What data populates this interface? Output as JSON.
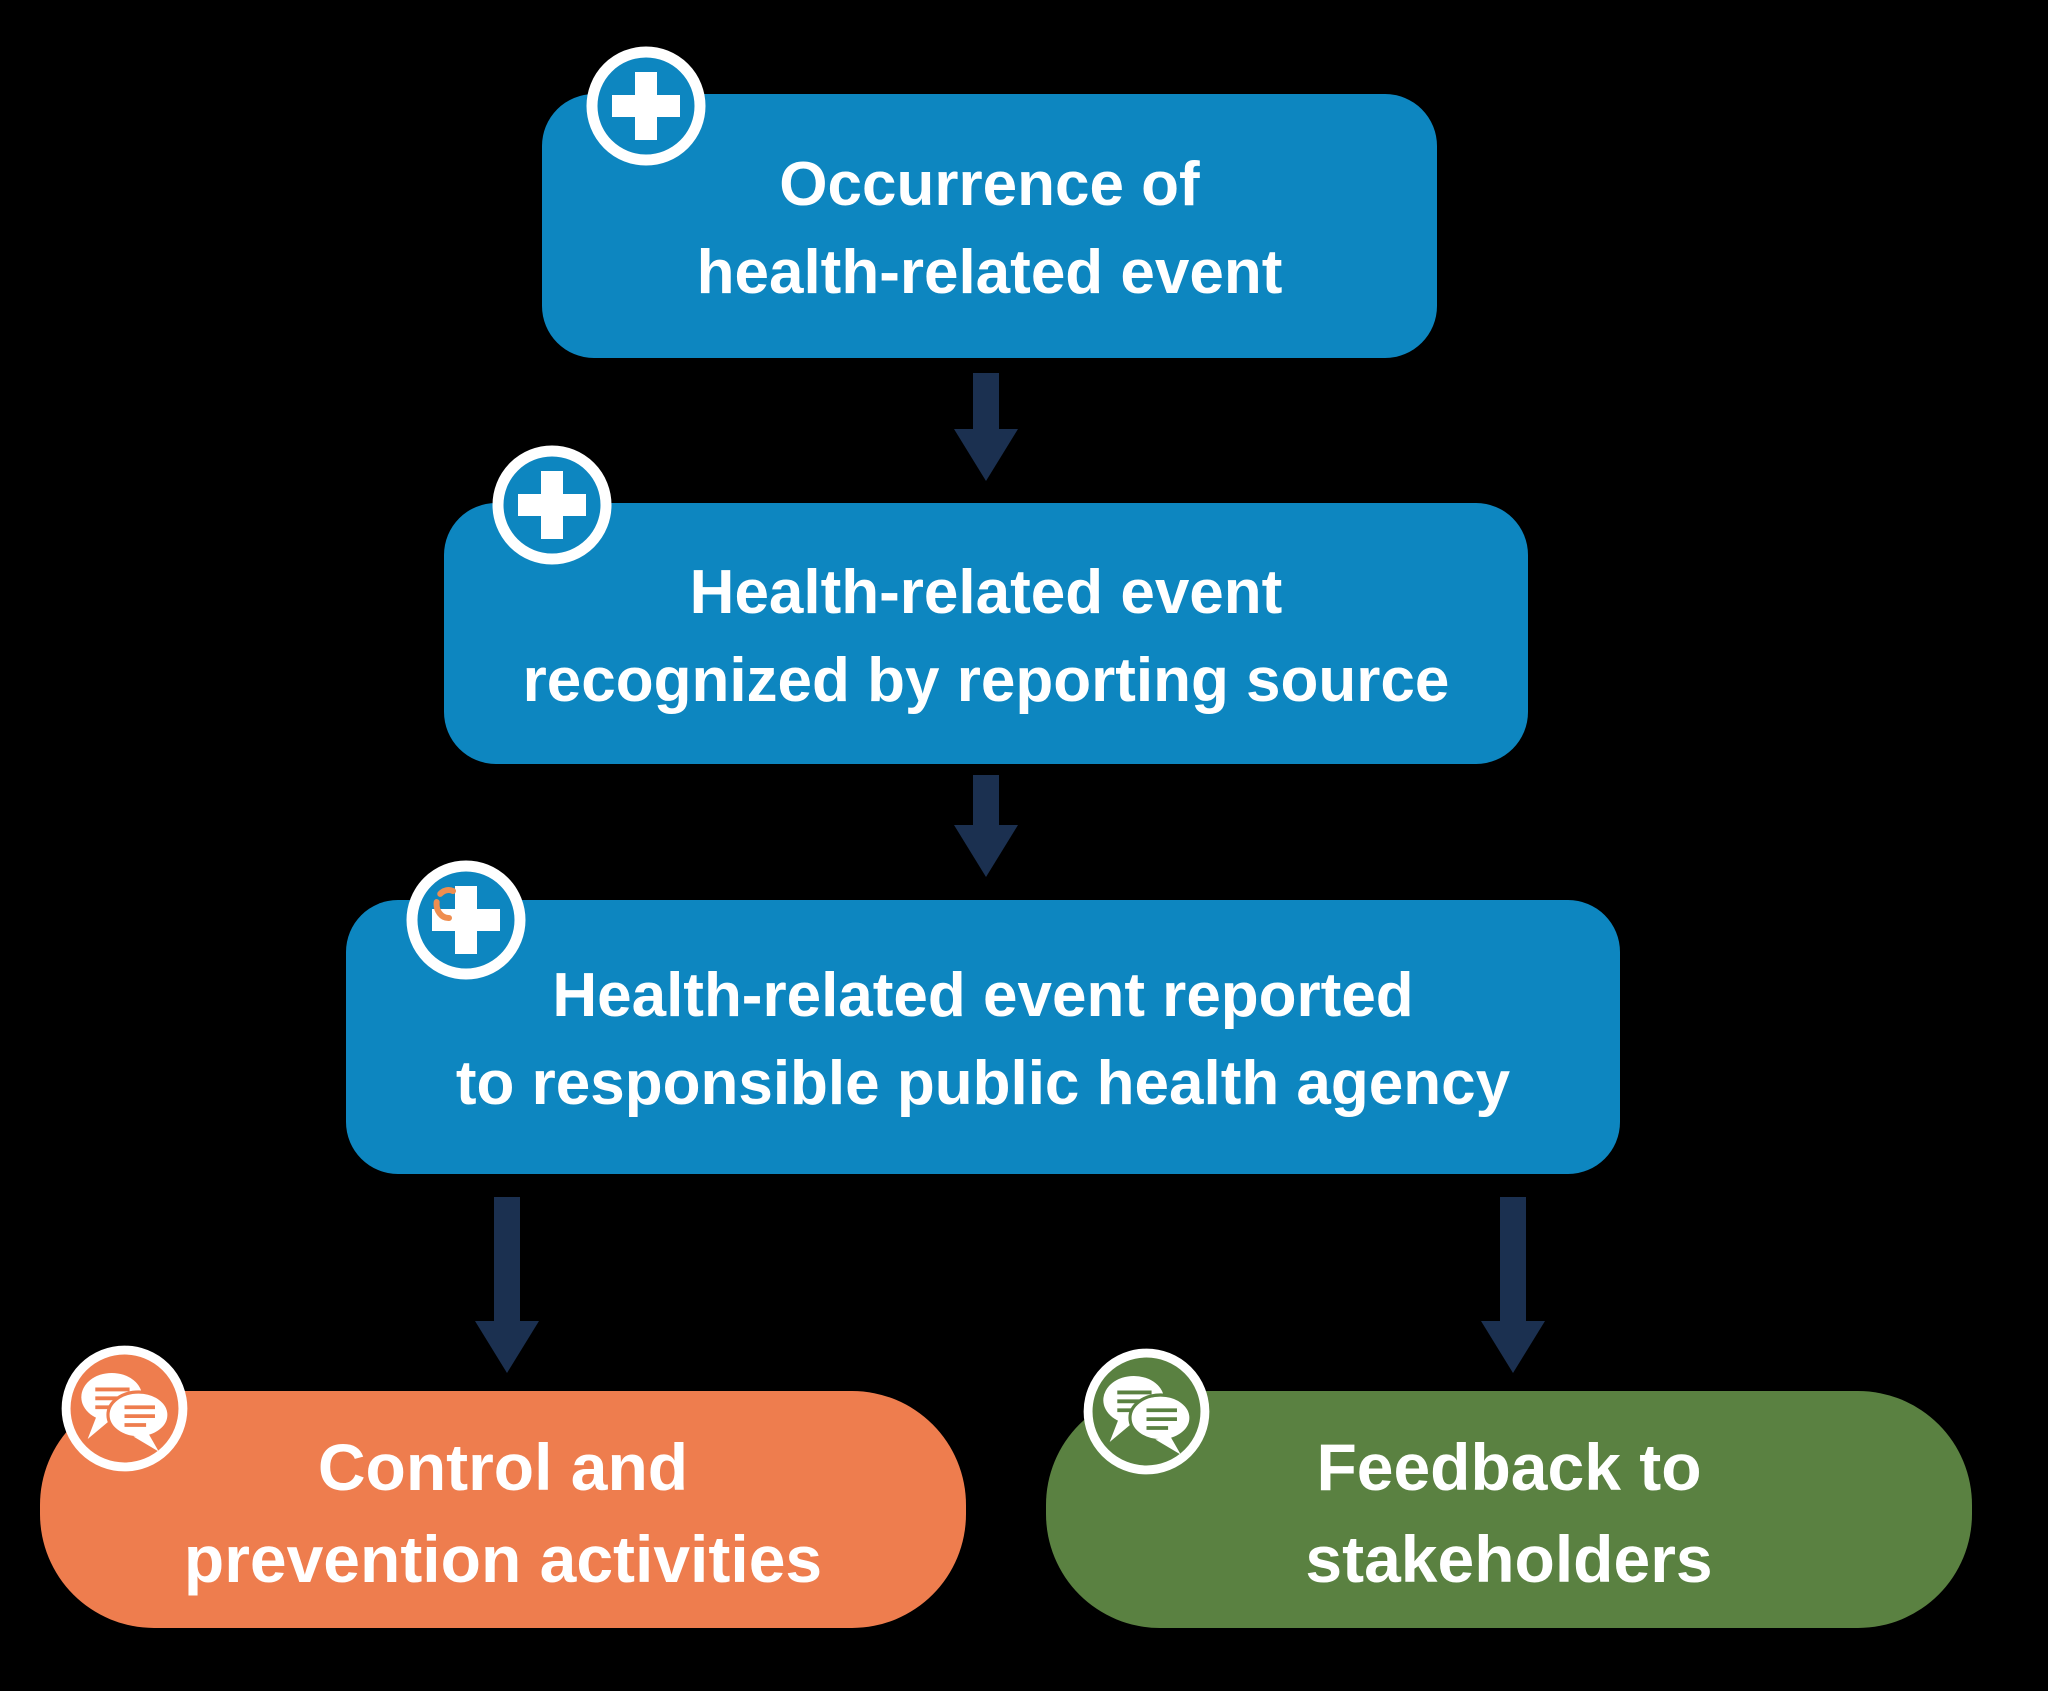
{
  "diagram": {
    "description": "Public health surveillance flow chart",
    "nodes": {
      "occurrence": {
        "line1": "Occurrence of",
        "line2": "health-related event",
        "icon": "medical-cross-icon"
      },
      "recognized": {
        "line1": "Health-related event",
        "line2": "recognized by reporting source",
        "icon": "medical-cross-icon"
      },
      "reported": {
        "line1": "Health-related event reported",
        "line2": "to responsible public health agency",
        "icon": "medical-cross-icon"
      },
      "control": {
        "line1": "Control and",
        "line2": "prevention activities",
        "icon": "chat-bubbles-icon"
      },
      "feedback": {
        "line1": "Feedback to",
        "line2": "stakeholders",
        "icon": "chat-bubbles-icon"
      }
    }
  },
  "colors": {
    "process_blue": "#0d86c0",
    "arrow_navy": "#1b3050",
    "control_orange": "#ee7d4e",
    "feedback_green": "#5a8141",
    "accent_orange": "#ef8e50",
    "text_white": "#ffffff",
    "background_black": "#000000"
  }
}
